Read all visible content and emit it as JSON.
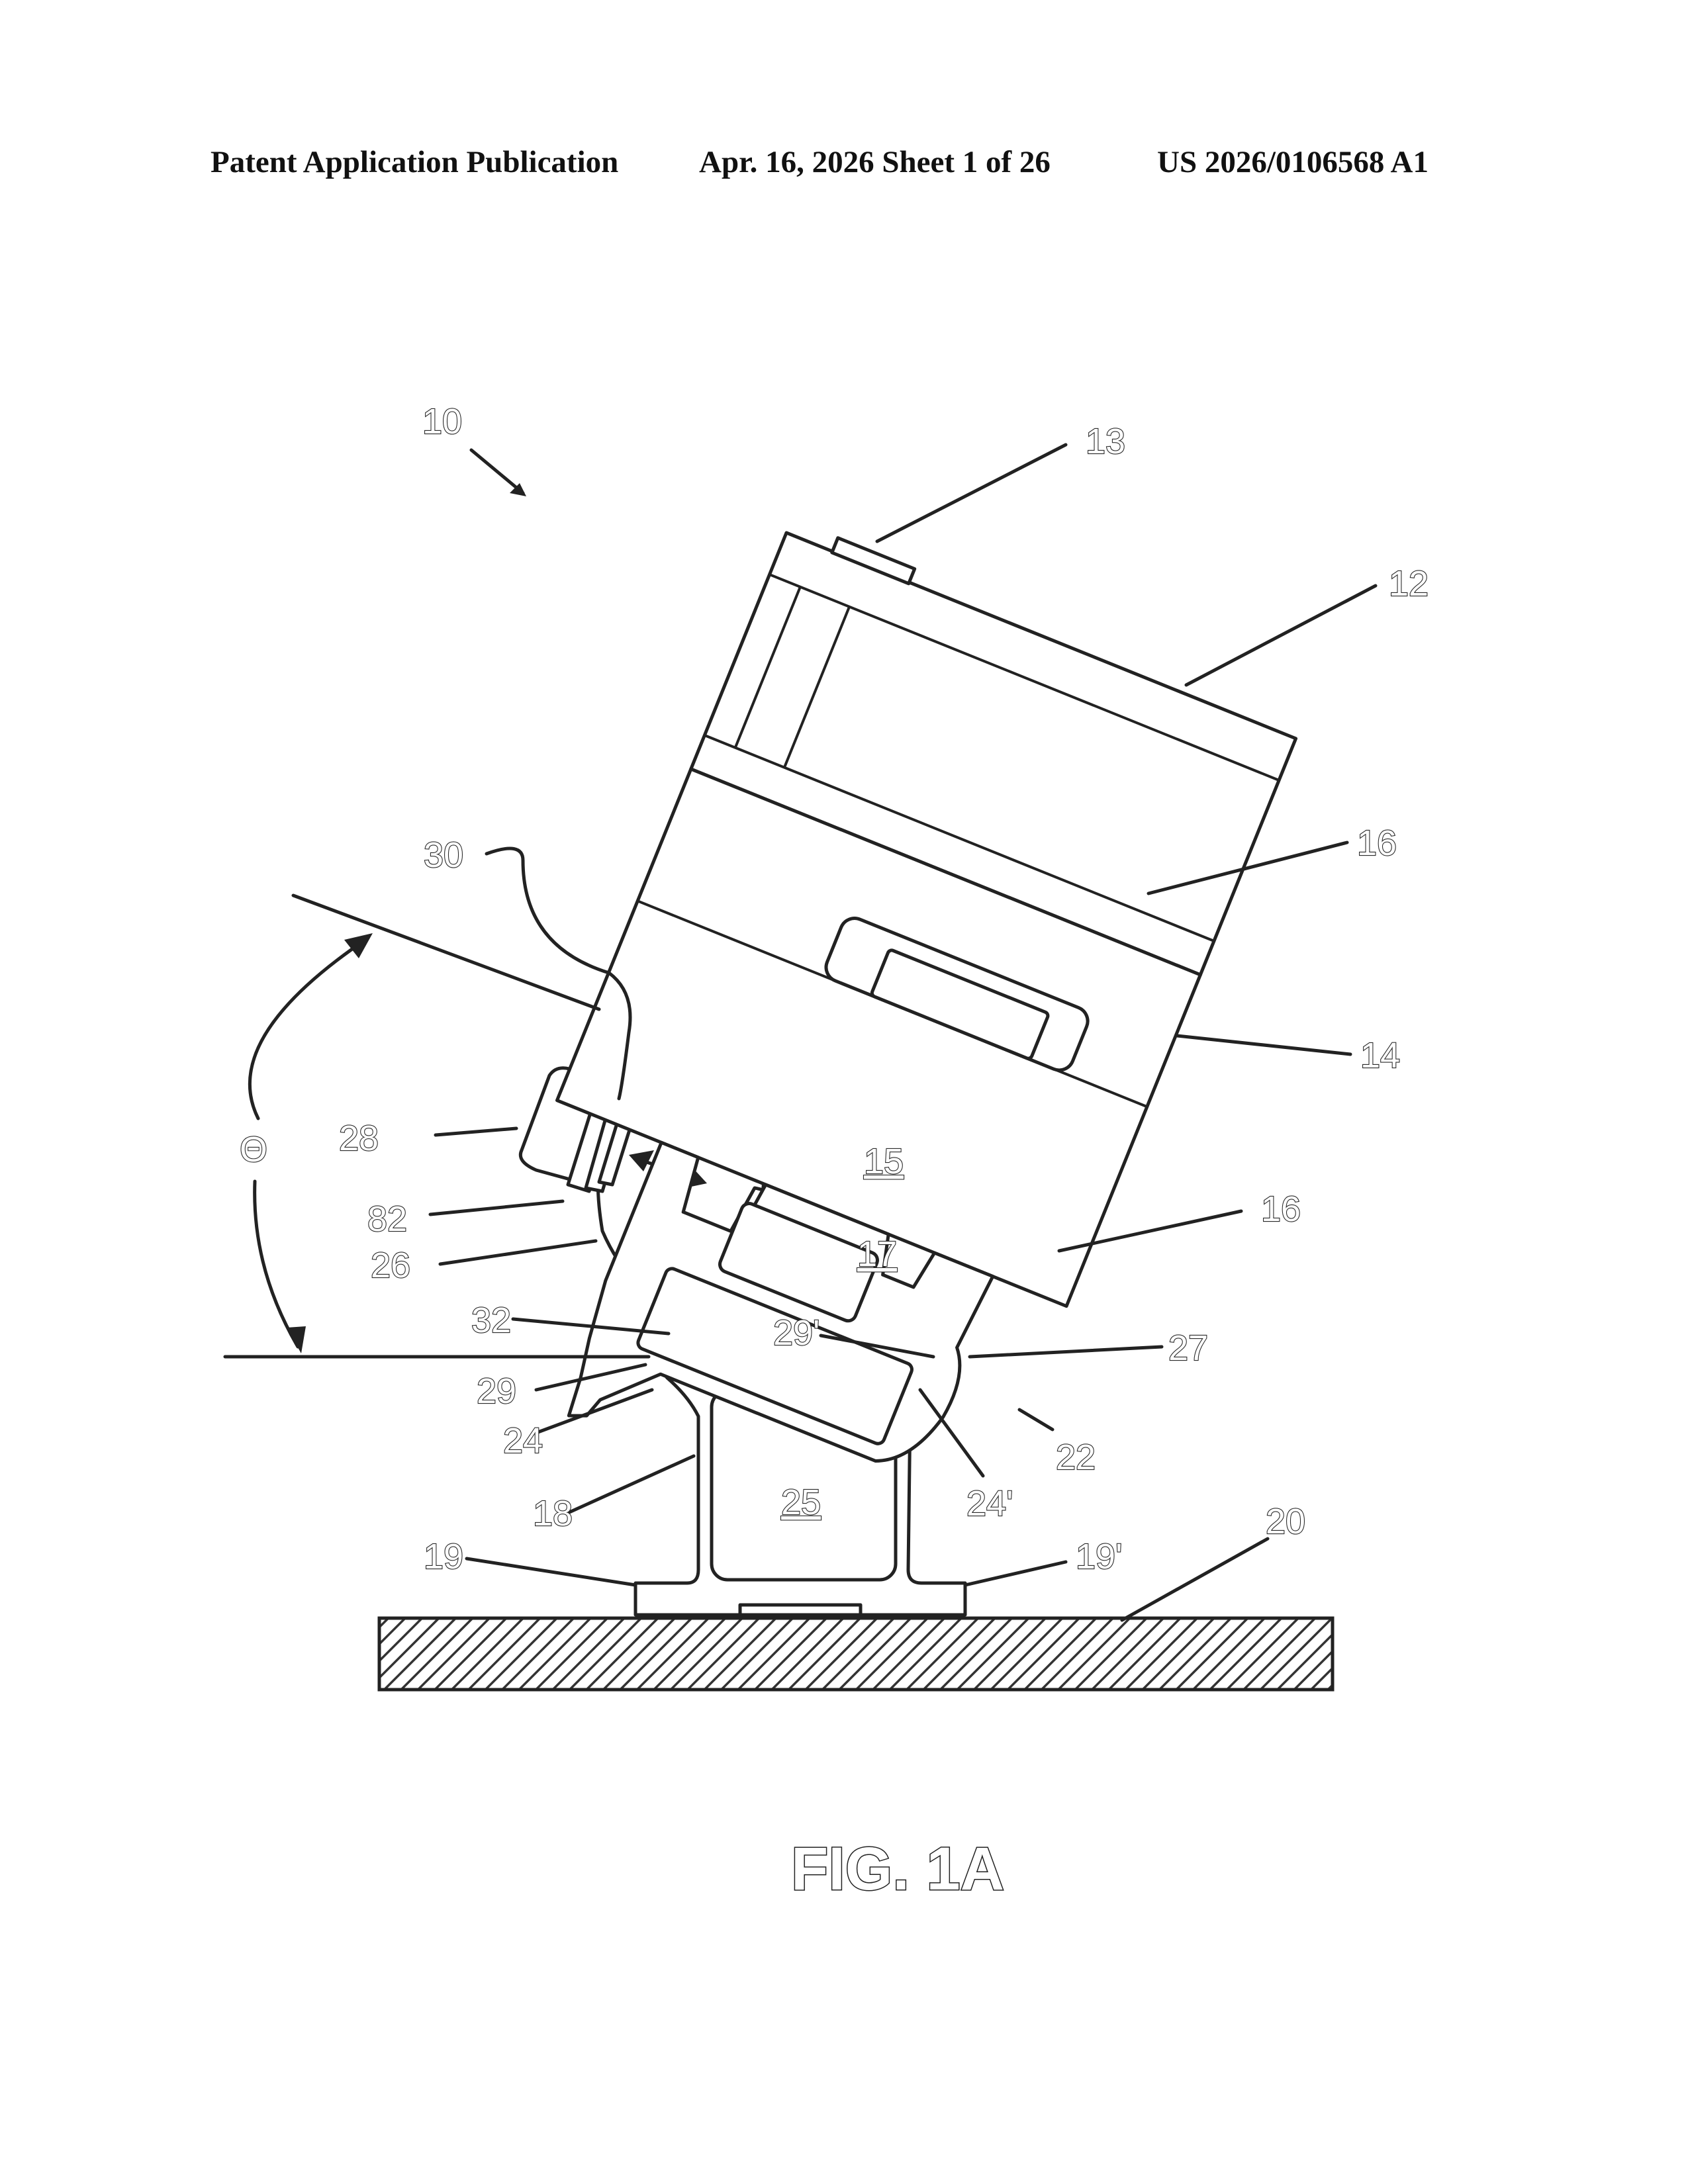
{
  "header": {
    "left": "Patent Application Publication",
    "date_sheet": "Apr. 16, 2026  Sheet 1 of 26",
    "pub_number": "US 2026/0106568 A1"
  },
  "figure": {
    "caption": "FIG. 1A",
    "labels": {
      "l10": "10",
      "l13": "13",
      "l12": "12",
      "l16a": "16",
      "l30": "30",
      "l14": "14",
      "theta": "Θ",
      "l28": "28",
      "l15": "15",
      "l82": "82",
      "l16b": "16",
      "l26": "26",
      "l17": "17",
      "l32": "32",
      "l29p": "29'",
      "l27": "27",
      "l29": "29",
      "l24": "24",
      "l22": "22",
      "l25": "25",
      "l18": "18",
      "l24p": "24'",
      "l20": "20",
      "l19": "19",
      "l19p": "19'"
    }
  }
}
